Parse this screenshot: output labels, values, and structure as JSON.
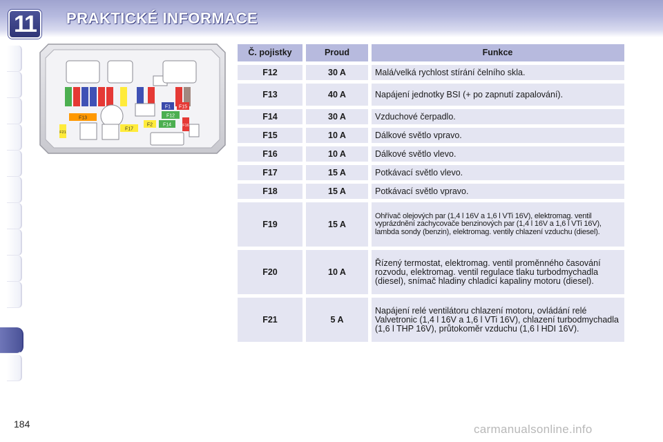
{
  "header": {
    "chapter_number": "11",
    "title": "PRAKTICKÉ INFORMACE"
  },
  "diagram": {
    "fuse_labels": [
      "F1",
      "F12",
      "F2",
      "F14",
      "F13",
      "F17",
      "F15",
      "F16",
      "F21"
    ]
  },
  "table": {
    "headers": [
      "Č. pojistky",
      "Proud",
      "Funkce"
    ],
    "rows": [
      {
        "fuse": "F12",
        "amp": "30 A",
        "func": "Malá/velká rychlost stírání čelního skla."
      },
      {
        "fuse": "F13",
        "amp": "40 A",
        "func": "Napájení jednotky BSI (+ po zapnutí zapalování)."
      },
      {
        "fuse": "F14",
        "amp": "30 A",
        "func": "Vzduchové čerpadlo."
      },
      {
        "fuse": "F15",
        "amp": "10 A",
        "func": "Dálkové světlo vpravo."
      },
      {
        "fuse": "F16",
        "amp": "10 A",
        "func": "Dálkové světlo vlevo."
      },
      {
        "fuse": "F17",
        "amp": "15 A",
        "func": "Potkávací světlo vlevo."
      },
      {
        "fuse": "F18",
        "amp": "15 A",
        "func": "Potkávací světlo vpravo."
      },
      {
        "fuse": "F19",
        "amp": "15 A",
        "func": "Ohřívač olejových par (1,4 l 16V a 1,6 l VTi 16V), elektromag. ventil vyprázdnění zachycovače benzinových par (1,4 l 16V a 1,6 l VTi 16V), lambda sondy (benzin), elektromag. ventily chlazení vzduchu (diesel)."
      },
      {
        "fuse": "F20",
        "amp": "10 A",
        "func": "Řízený termostat, elektromag. ventil proměnného časování rozvodu, elektromag. ventil regulace tlaku turbodmychadla (diesel), snímač hladiny chladicí kapaliny motoru (diesel)."
      },
      {
        "fuse": "F21",
        "amp": "5 A",
        "func": "Napájení relé ventilátoru chlazení motoru, ovládání relé Valvetronic (1,4 l 16V a 1,6 l VTi 16V), chlazení turbodmychadla (1,6 l THP 16V), průtokoměr vzduchu (1,6 l HDI 16V)."
      }
    ]
  },
  "footer": {
    "page_number": "184",
    "watermark": "carmanualsonline.info"
  },
  "colors": {
    "header_band": "#9fa3cf",
    "badge": "#4b5398",
    "table_header": "#b7bade",
    "table_cell": "#e4e5f2"
  }
}
